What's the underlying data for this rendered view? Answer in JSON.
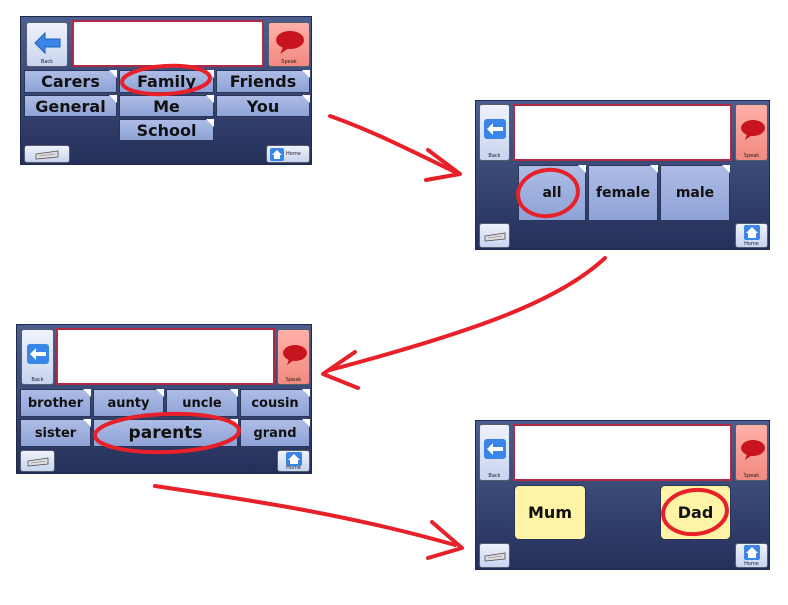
{
  "common": {
    "back_label": "Back",
    "speak_label": "Speak",
    "home_label": "Home"
  },
  "screen1": {
    "row1": [
      "Carers",
      "Family",
      "Friends"
    ],
    "row2": [
      "General",
      "Me",
      "You"
    ],
    "row3": [
      "School"
    ]
  },
  "screen2": {
    "tiles": [
      "all",
      "female",
      "male"
    ]
  },
  "screen3": {
    "row1": [
      "brother",
      "aunty",
      "uncle",
      "cousin"
    ],
    "row2": [
      "sister",
      "parents",
      "grand"
    ]
  },
  "screen4": {
    "tiles": [
      "Mum",
      "Dad"
    ]
  },
  "colors": {
    "annotation": "#e8202a",
    "panel": "#34426e",
    "tile": "#9fb0df",
    "speak": "#f5918a",
    "highlight_tile": "#fff3a6",
    "textbox_border": "#b02a45"
  }
}
